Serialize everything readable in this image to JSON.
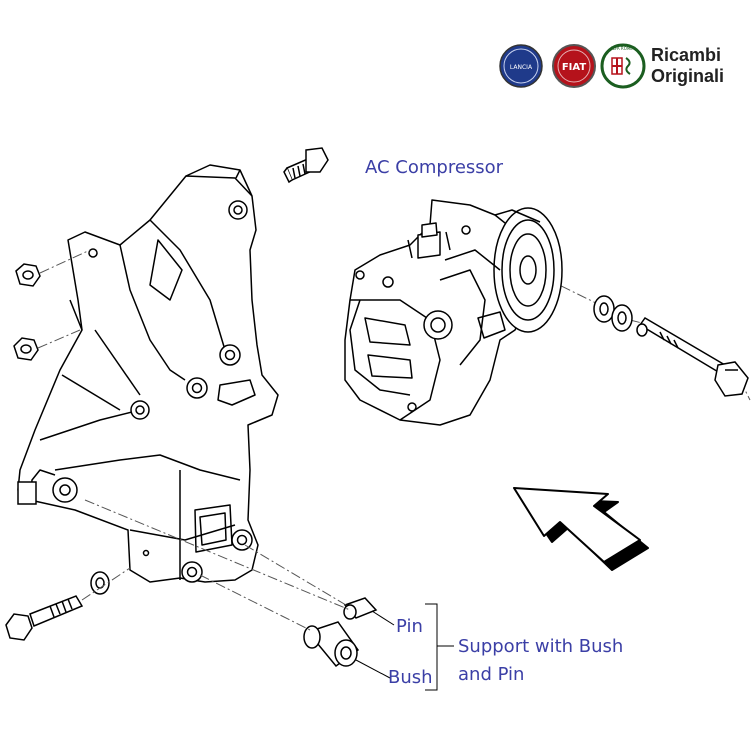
{
  "brand": {
    "line1": "Ricambi",
    "line2": "Originali",
    "logos": [
      {
        "name": "lancia-logo",
        "text": "LANCIA",
        "color": "#1f3a8a"
      },
      {
        "name": "fiat-logo",
        "text": "FIAT",
        "color": "#b5121b"
      },
      {
        "name": "alfa-romeo-logo",
        "text": "ALFA ROMEO",
        "color": "#1b5e20"
      }
    ]
  },
  "labels": {
    "ac_compressor": "AC Compressor",
    "pin": "Pin",
    "bush": "Bush",
    "support_line1": "Support with Bush",
    "support_line2": "and Pin"
  },
  "colors": {
    "label": "#3b3fa6",
    "line": "#000000"
  }
}
